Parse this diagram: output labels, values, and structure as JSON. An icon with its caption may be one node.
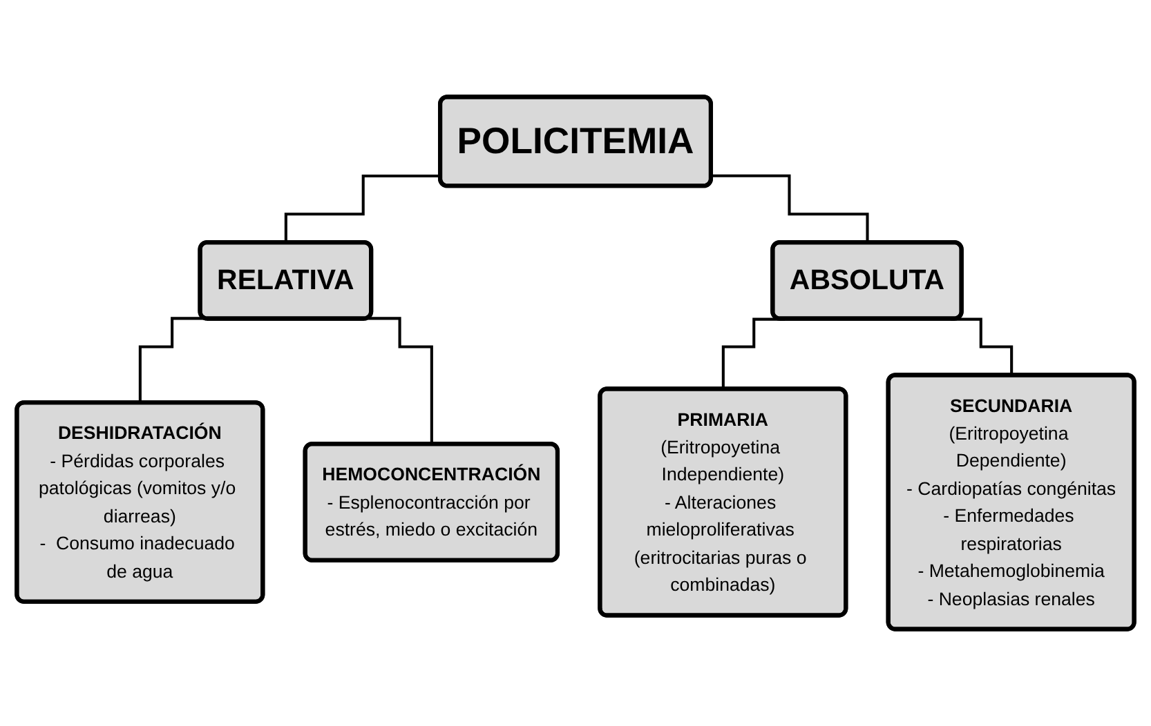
{
  "diagram": {
    "nodes": [
      {
        "text": [
          "POLICITEMIA"
        ]
      },
      {
        "text": [
          "RELATIVA"
        ]
      },
      {
        "text": [
          "ABSOLUTA"
        ]
      },
      {
        "text": [
          "DESHIDRATACIÓN",
          "- Pérdidas corporales patológicas (vomitos y/o diarreas)",
          "-  Consumo inadecuado de agua"
        ]
      },
      {
        "text": [
          "HEMOCONCENTRACIÓN",
          "- Esplenocontracción por estrés, miedo o excitación"
        ]
      },
      {
        "text": [
          "PRIMARIA",
          "(Eritropoyetina Independiente)",
          "- Alteraciones mieloproliferativas (eritrocitarias puras o combinadas)"
        ]
      },
      {
        "text": [
          "SECUNDARIA",
          "(Eritropoyetina Dependiente)",
          "- Cardiopatías congénitas",
          "- Enfermedades respiratorias",
          "- Metahemoglobinemia",
          "- Neoplasias renales"
        ]
      }
    ],
    "edges": [
      {
        "from": 0,
        "to": 1,
        "arrow": "none"
      },
      {
        "from": 0,
        "to": 2,
        "arrow": "none"
      },
      {
        "from": 1,
        "to": 3,
        "arrow": "none"
      },
      {
        "from": 1,
        "to": 4,
        "arrow": "none"
      },
      {
        "from": 2,
        "to": 5,
        "arrow": "none"
      },
      {
        "from": 2,
        "to": 6,
        "arrow": "none"
      }
    ]
  }
}
